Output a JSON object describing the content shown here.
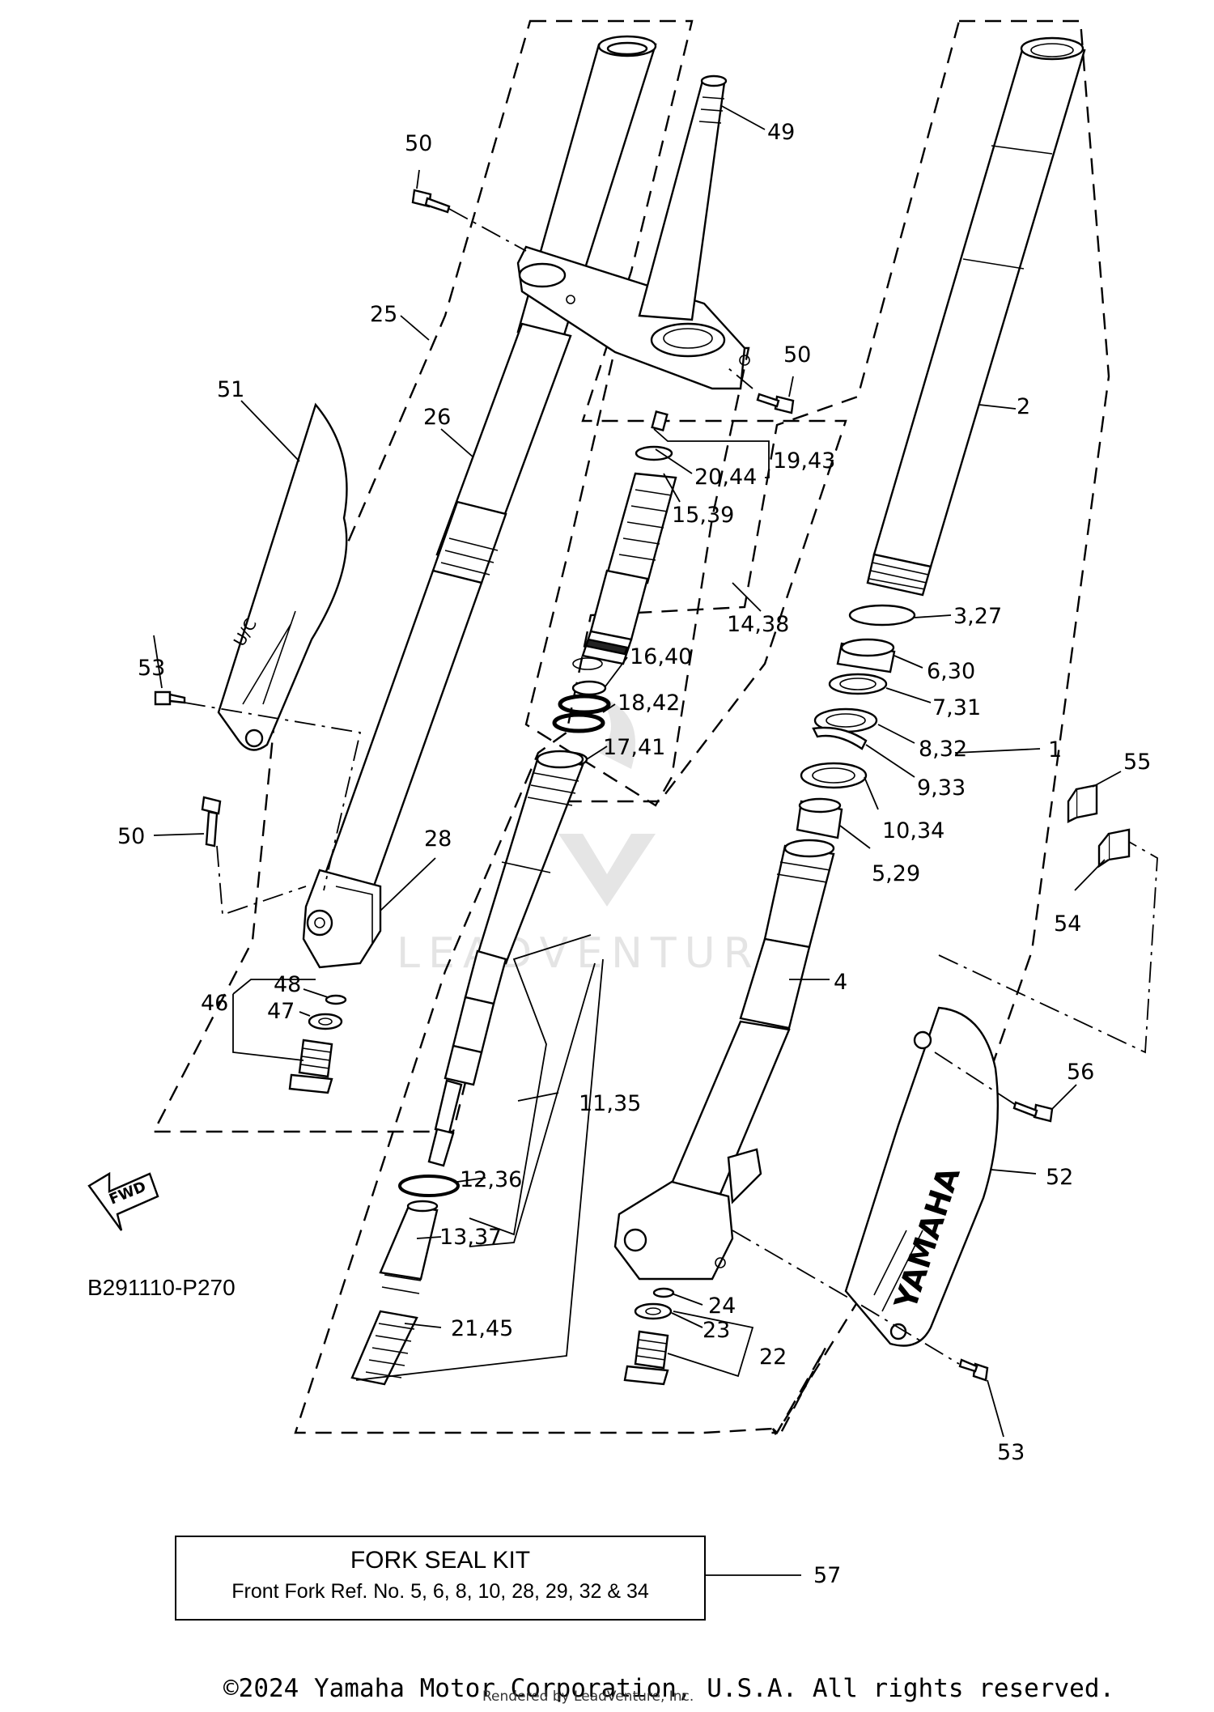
{
  "diagram_code": "B291110-P270",
  "fwd_label": "FWD",
  "brand_mark": "YAMAHA",
  "watermark": "LEADVENTURE",
  "kit": {
    "title": "FORK SEAL KIT",
    "text": "Front Fork Ref. No. 5, 6, 8, 10, 28, 29, 32 & 34",
    "ref": "57"
  },
  "copyright": "©2024 Yamaha Motor Corporation, U.S.A. All rights reserved.",
  "rendered_by": "Rendered by LeadVenture, Inc.",
  "callouts": {
    "c1": "1",
    "c2": "2",
    "c3_27": "3,27",
    "c4": "4",
    "c5_29": "5,29",
    "c6_30": "6,30",
    "c7_31": "7,31",
    "c8_32": "8,32",
    "c9_33": "9,33",
    "c10_34": "10,34",
    "c11_35": "11,35",
    "c12_36": "12,36",
    "c13_37": "13,37",
    "c14_38": "14,38",
    "c15_39": "15,39",
    "c16_40": "16,40",
    "c17_41": "17,41",
    "c18_42": "18,42",
    "c19_43": "19,43",
    "c20_44": "20,44",
    "c21_45": "21,45",
    "c22": "22",
    "c23": "23",
    "c24": "24",
    "c25": "25",
    "c26": "26",
    "c28": "28",
    "c46": "46",
    "c47": "47",
    "c48": "48",
    "c49": "49",
    "c50a": "50",
    "c50b": "50",
    "c50c": "50",
    "c51": "51",
    "c52": "52",
    "c53a": "53",
    "c53b": "53",
    "c54": "54",
    "c55": "55",
    "c56": "56"
  }
}
